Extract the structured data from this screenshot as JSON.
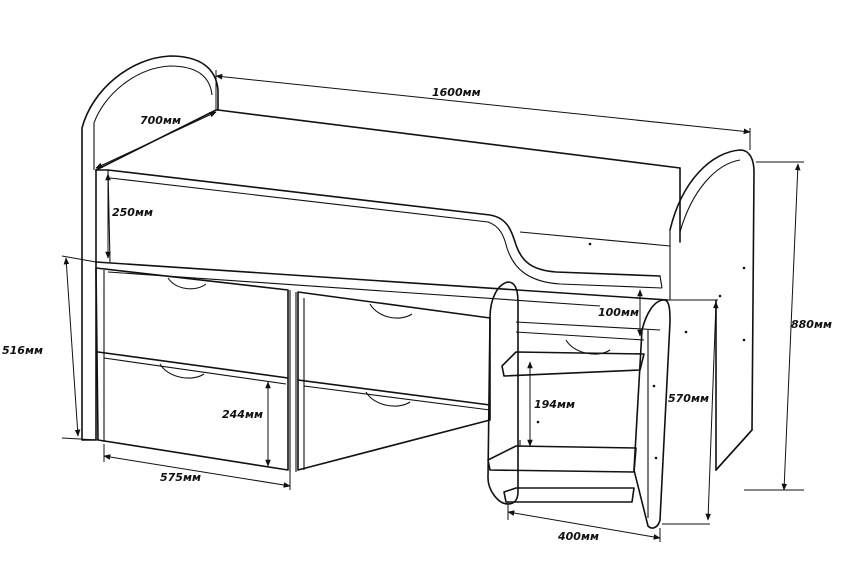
{
  "dimensions": {
    "length": "1600мм",
    "depth": "700мм",
    "side_height": "250мм",
    "total_height": "880мм",
    "drawer_block_height": "516мм",
    "drawer_height": "244мм",
    "drawer_width": "575мм",
    "ladder_height": "570мм",
    "step_gap": "194мм",
    "top_step": "100мм",
    "ladder_width": "400мм"
  }
}
